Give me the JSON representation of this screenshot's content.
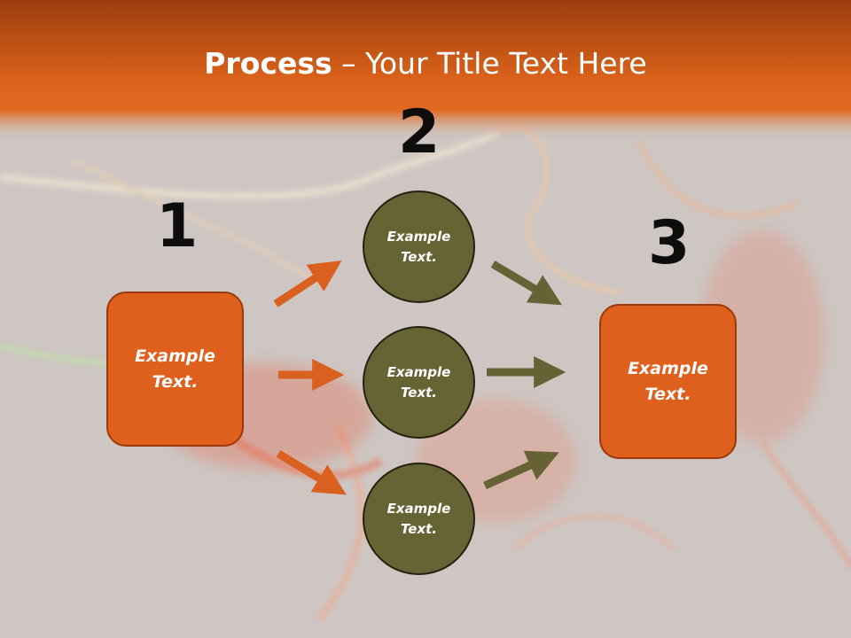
{
  "slide": {
    "title_bold": "Process",
    "title_rest": " – Your Title Text Here",
    "colors": {
      "header": "#dc6318",
      "box_fill": "#df5f1c",
      "circle_fill": "#666434",
      "arrow_orange": "#d9601f",
      "arrow_olive": "#676136",
      "number_text": "#0d0d0d"
    }
  },
  "steps": {
    "one": {
      "number": "1",
      "line1": "Example",
      "line2": "Text."
    },
    "two": {
      "number": "2"
    },
    "three": {
      "number": "3",
      "line1": "Example",
      "line2": "Text."
    }
  },
  "circles": [
    {
      "line1": "Example",
      "line2": "Text."
    },
    {
      "line1": "Example",
      "line2": "Text."
    },
    {
      "line1": "Example",
      "line2": "Text."
    }
  ]
}
